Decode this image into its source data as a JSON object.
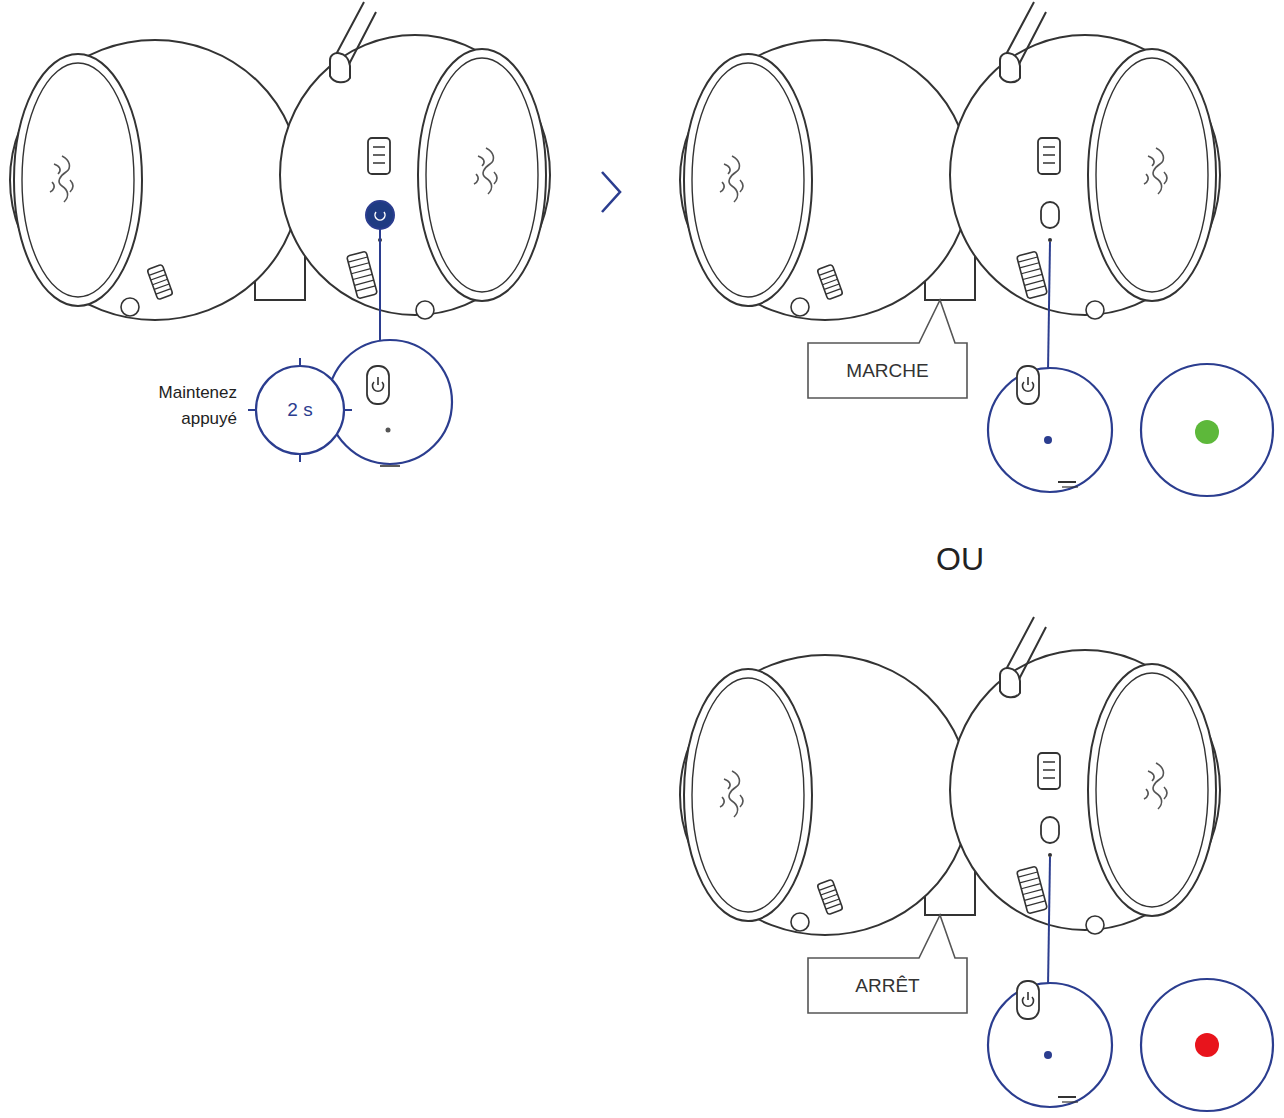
{
  "diagram": {
    "nodes": [
      {
        "text": [
          "2 s"
        ]
      },
      {
        "text": [
          "MARCHE"
        ]
      },
      {
        "text": [
          "ARRÊT"
        ]
      }
    ],
    "labels": [
      "Maintenez appuyé",
      "OU"
    ]
  }
}
